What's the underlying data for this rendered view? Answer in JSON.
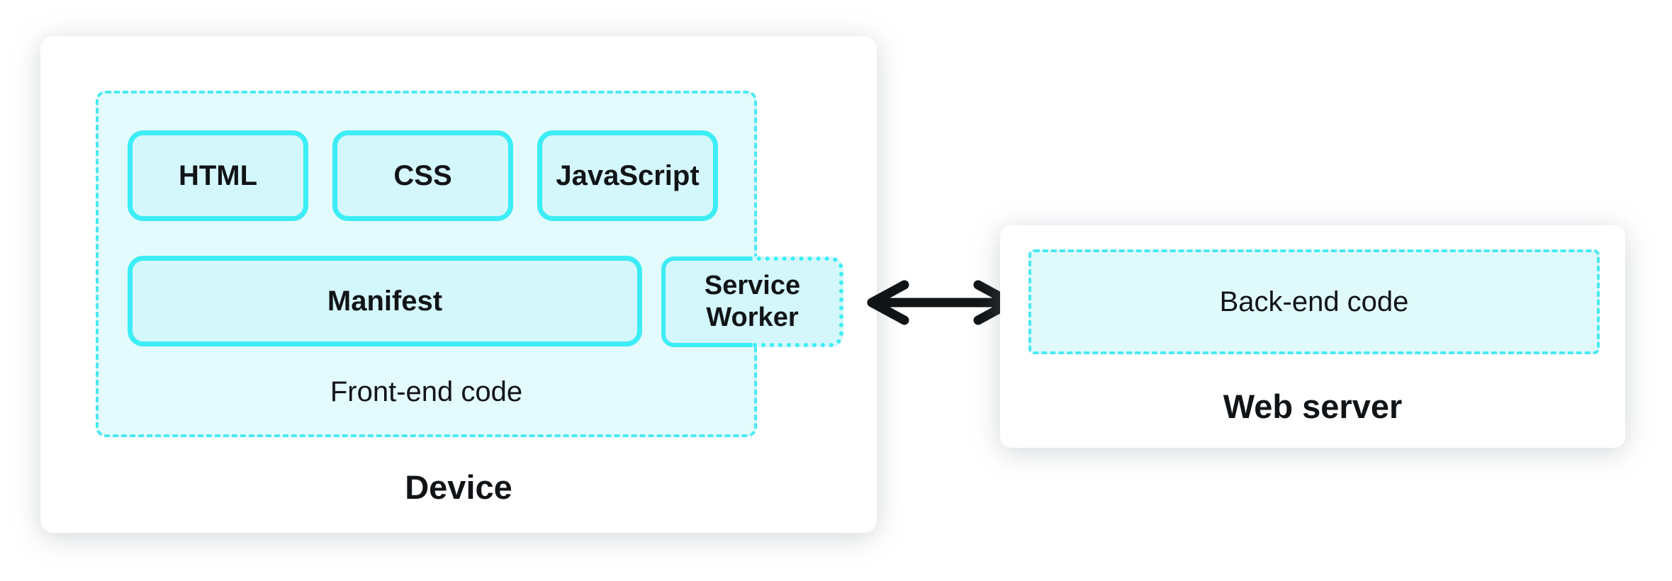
{
  "device": {
    "label": "Device",
    "frontend": {
      "label": "Front-end code",
      "top_row": [
        {
          "label": "HTML"
        },
        {
          "label": "CSS"
        },
        {
          "label": "JavaScript"
        }
      ],
      "manifest_label": "Manifest",
      "service_worker_label": "Service Worker"
    }
  },
  "server": {
    "label": "Web server",
    "backend_label": "Back-end code"
  },
  "arrow": {
    "icon": "double-headed-arrow-icon",
    "meaning": "two-way connection between Service Worker and Web server"
  },
  "colors": {
    "cyan_solid": "#3CEDF5",
    "cyan_dashed": "#4AE9F2",
    "box_fill": "#D4F7FB",
    "container_fill": "#E3FBFD",
    "backend_fill": "#E0FAFC",
    "card_bg": "#FFFFFF",
    "page_bg": "#FFFFFF",
    "text_dark": "#111417",
    "arrow_black": "#111417"
  }
}
